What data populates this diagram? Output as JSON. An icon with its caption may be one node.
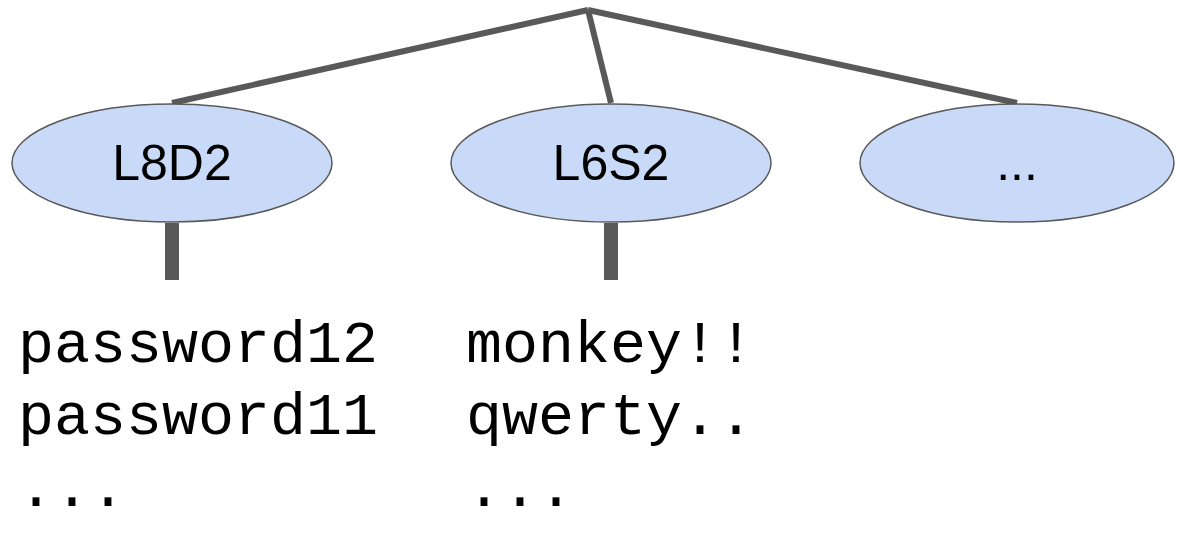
{
  "diagram": {
    "nodes": [
      {
        "text": [
          "L8D2"
        ]
      },
      {
        "text": [
          "L6S2"
        ]
      },
      {
        "text": [
          "..."
        ]
      },
      {
        "text": [
          "password12",
          "password11",
          "..."
        ]
      },
      {
        "text": [
          "monkey!!",
          "qwerty..",
          "..."
        ]
      }
    ],
    "edges": [
      {
        "from": null,
        "to": 0,
        "arrow": "none"
      },
      {
        "from": null,
        "to": 1,
        "arrow": "none"
      },
      {
        "from": null,
        "to": 2,
        "arrow": "none"
      },
      {
        "from": 0,
        "to": 3,
        "arrow": "none",
        "style": "thick"
      },
      {
        "from": 1,
        "to": 4,
        "arrow": "none",
        "style": "thick"
      }
    ]
  }
}
